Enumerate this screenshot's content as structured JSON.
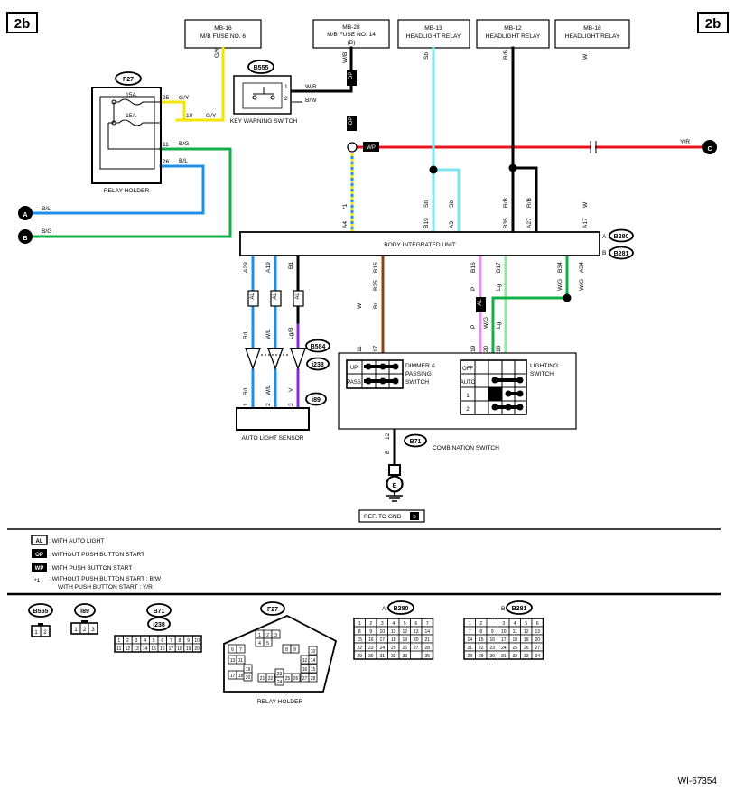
{
  "corner_tags": [
    "2b",
    "2b"
  ],
  "drawing_id": "WI-67354",
  "top_boxes": [
    {
      "id": "MB-16",
      "lines": [
        "MB-16",
        "M/B FUSE NO. 6"
      ]
    },
    {
      "id": "MB-28",
      "lines": [
        "MB-28",
        "M/B FUSE NO. 14",
        "(B)"
      ]
    },
    {
      "id": "MB-13",
      "lines": [
        "MB-13",
        "HEADLIGHT RELAY"
      ]
    },
    {
      "id": "MB-12",
      "lines": [
        "MB-12",
        "HEADLIGHT RELAY"
      ]
    },
    {
      "id": "MB-18",
      "lines": [
        "MB-18",
        "HEADLIGHT RELAY"
      ]
    }
  ],
  "connectors": {
    "f27": "F27",
    "b555": "B555",
    "b584": "B584",
    "i238": "i238",
    "i89": "i89",
    "b71": "B71",
    "b280": "B280",
    "b281": "B281",
    "op": "OP",
    "wp": "WP",
    "al": "AL"
  },
  "components": {
    "relay_holder": "RELAY HOLDER",
    "key_warning_switch": "KEY WARNING SWITCH",
    "body_integrated_unit": "BODY INTEGRATED UNIT",
    "auto_light_sensor": "AUTO LIGHT SENSOR",
    "combination_switch": "COMBINATION SWITCH",
    "dimmer_switch": [
      "DIMMER &",
      "PASSING",
      "SWITCH"
    ],
    "lighting_switch": [
      "LIGHTING",
      "SWITCH"
    ],
    "ref_gnd": "REF. TO GND",
    "ref_gnd_tag": "b",
    "bus_a": "A :",
    "bus_b": "B :",
    "fuse": "15A",
    "ground": "E",
    "star": "*1"
  },
  "switch_positions": {
    "up": "UP",
    "pass": "PASS",
    "off": "OFF",
    "auto": "AUTO",
    "one": "1",
    "two": "2"
  },
  "off_page": {
    "a": "A",
    "b": "B",
    "c": "C"
  },
  "wire_labels": {
    "gy": "G/Y",
    "wb": "W/B",
    "bw": "B/W",
    "bg": "B/G",
    "bl": "B/L",
    "sb": "Sb",
    "rb": "R/B",
    "w": "W",
    "yr": "Y/R",
    "rl": "R/L",
    "wl": "W/L",
    "lgb": "Lg/B",
    "v": "V",
    "br": "Br",
    "p": "P",
    "wg": "W/G",
    "lg": "Lg",
    "b": "B"
  },
  "pins": {
    "p25": "25",
    "p10": "10",
    "p11": "11",
    "p26": "26",
    "p1": "1",
    "p2": "2",
    "a4": "A4",
    "b19": "B19",
    "a3": "A3",
    "b35": "B35",
    "a27": "A27",
    "a17": "A17",
    "a29": "A29",
    "a19": "A19",
    "b1": "B1",
    "b15": "B15",
    "b25": "B25",
    "b16": "B16",
    "b17": "B17",
    "b34": "B34",
    "a34": "A34",
    "c11": "11",
    "c17": "17",
    "c19": "19",
    "c20": "20",
    "c18": "18",
    "c12": "12",
    "s1": "1",
    "s2": "2",
    "s3": "3"
  },
  "legend": [
    {
      "tag": "AL",
      "text": ": WITH AUTO LIGHT"
    },
    {
      "tag": "OP",
      "text": ": WITHOUT PUSH BUTTON START"
    },
    {
      "tag": "WP",
      "text": ": WITH PUSH BUTTON START"
    },
    {
      "tag": "*1",
      "text": ": WITHOUT PUSH BUTTON START  : B/W",
      "text2": "WITH PUSH BUTTON START  : Y/R"
    }
  ],
  "connector_views": {
    "b555_label": "B555",
    "i89_label": "i89",
    "b71_label": "B71",
    "i238_label": "i238",
    "f27_label": "F27",
    "f27_caption": "RELAY HOLDER",
    "b280_label": "B280",
    "b280_prefix": "A:",
    "b281_label": "B281",
    "b281_prefix": "B:"
  },
  "colors": {
    "yellow": "#f5e600",
    "cyan": "#7fe6f0",
    "blue": "#1e90e8",
    "green": "#12b04a",
    "red": "#e8141e",
    "brown": "#8b4513",
    "pink": "#f28cf0",
    "lightgreen": "#8ee89a",
    "purple": "#8a2be2",
    "black": "#000000"
  }
}
